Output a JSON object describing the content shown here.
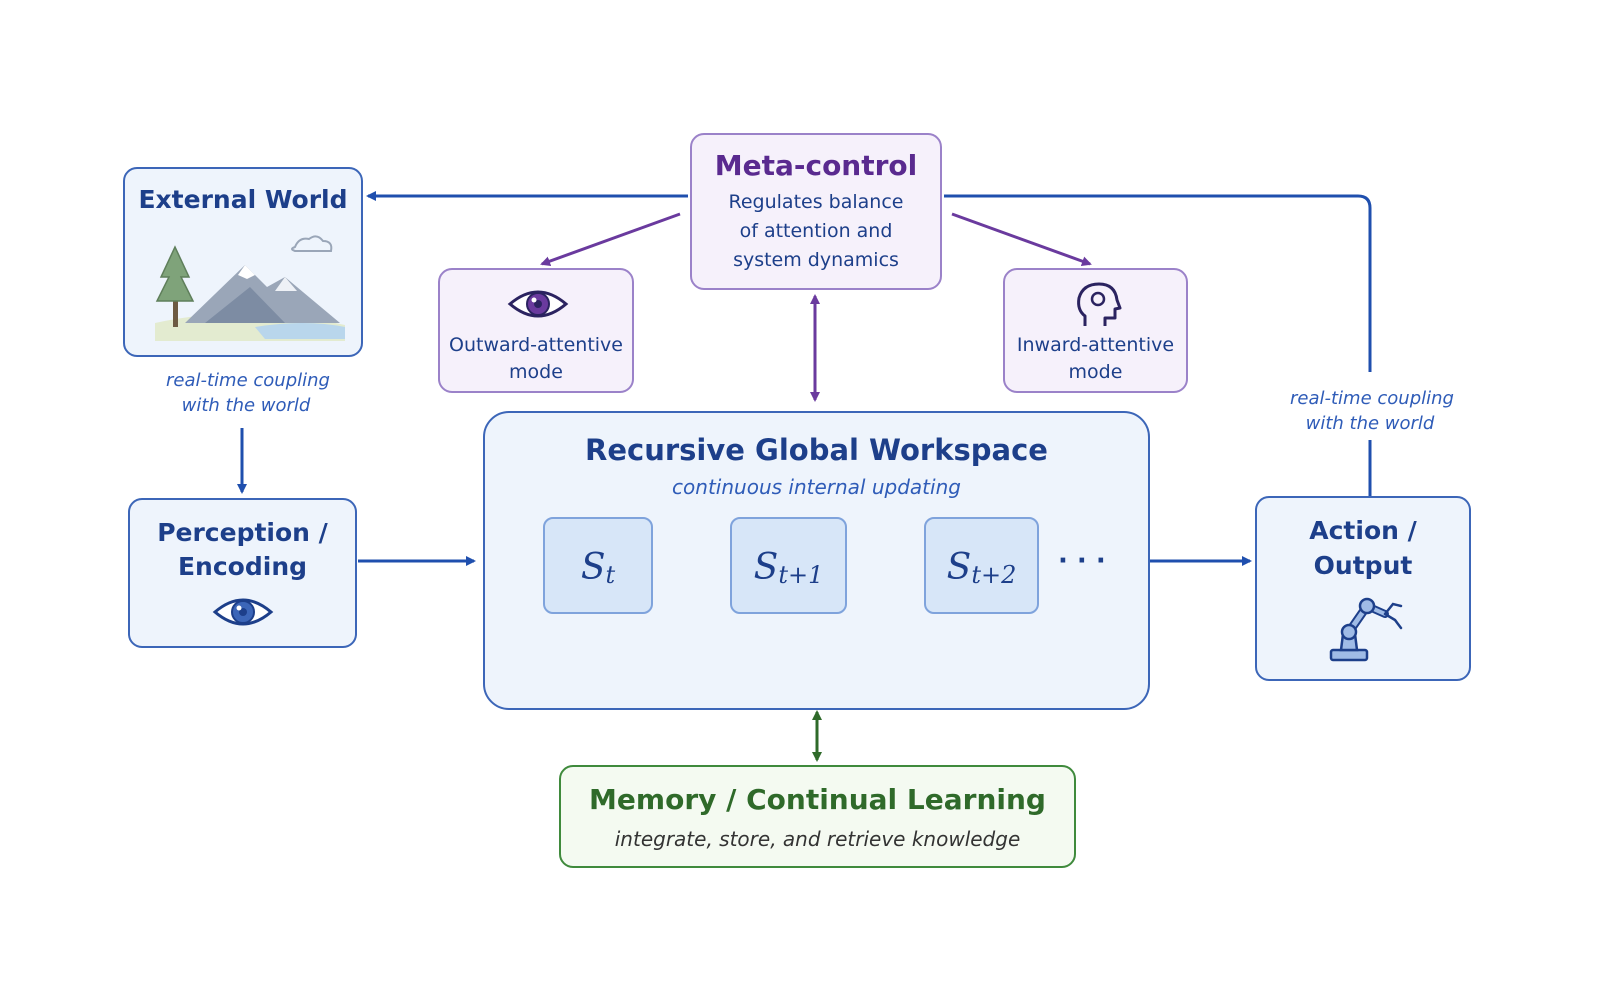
{
  "external_world": {
    "title": "External World",
    "coupling": [
      "real-time coupling",
      "with the world"
    ]
  },
  "meta_control": {
    "title": "Meta-control",
    "lines": [
      "Regulates balance",
      "of attention and",
      "system dynamics"
    ]
  },
  "outward_mode": {
    "lines": [
      "Outward-attentive",
      "mode"
    ]
  },
  "inward_mode": {
    "lines": [
      "Inward-attentive",
      "mode"
    ]
  },
  "workspace": {
    "title": "Recursive Global Workspace",
    "subtitle": "continuous internal updating",
    "states": [
      {
        "base": "S",
        "sub": "t"
      },
      {
        "base": "S",
        "sub": "t+1"
      },
      {
        "base": "S",
        "sub": "t+2"
      }
    ],
    "ellipsis": "· · ·"
  },
  "perception": {
    "lines": [
      "Perception /",
      "Encoding"
    ]
  },
  "action": {
    "lines": [
      "Action /",
      "Output"
    ],
    "coupling": [
      "real-time coupling",
      "with the world"
    ]
  },
  "memory": {
    "title": "Memory / Continual Learning",
    "subtitle": "integrate, store, and retrieve knowledge"
  },
  "colors": {
    "blue": "#1f4fae",
    "purple": "#6a3a9e",
    "green": "#2f6a2a"
  }
}
